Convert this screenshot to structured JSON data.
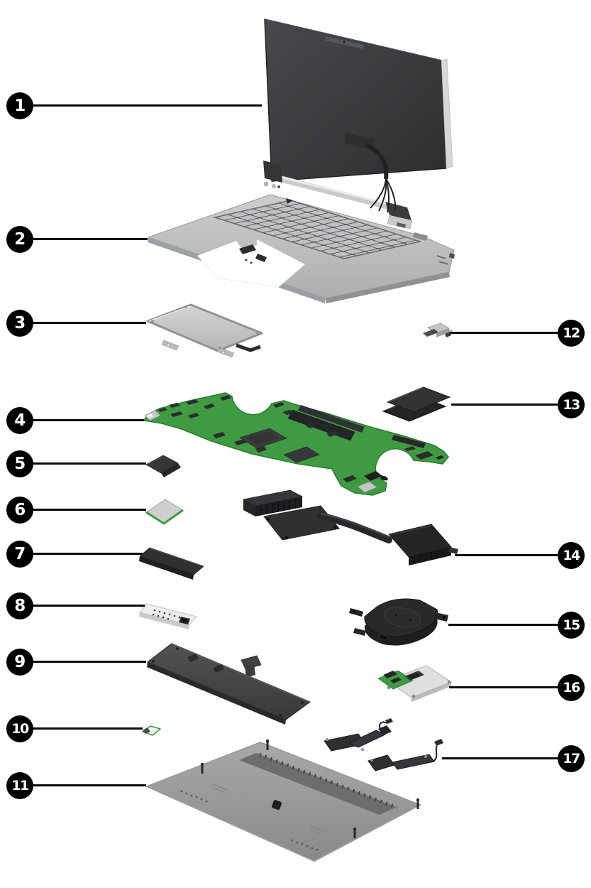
{
  "figure": {
    "type": "laptop-exploded-parts-diagram",
    "background": "#ffffff"
  },
  "style": {
    "badge_fill": "#000000",
    "badge_text_color": "#ffffff",
    "leader_line_color": "#0a0a0a",
    "pcb_green": "#3f9b41",
    "silver": "#c4c6c8",
    "dark_part": "#2b2d2f"
  },
  "callouts": [
    {
      "number": "1"
    },
    {
      "number": "2"
    },
    {
      "number": "3"
    },
    {
      "number": "4"
    },
    {
      "number": "5"
    },
    {
      "number": "6"
    },
    {
      "number": "7"
    },
    {
      "number": "8"
    },
    {
      "number": "9"
    },
    {
      "number": "10"
    },
    {
      "number": "11"
    },
    {
      "number": "12"
    },
    {
      "number": "13"
    },
    {
      "number": "14"
    },
    {
      "number": "15"
    },
    {
      "number": "16"
    },
    {
      "number": "17"
    }
  ]
}
